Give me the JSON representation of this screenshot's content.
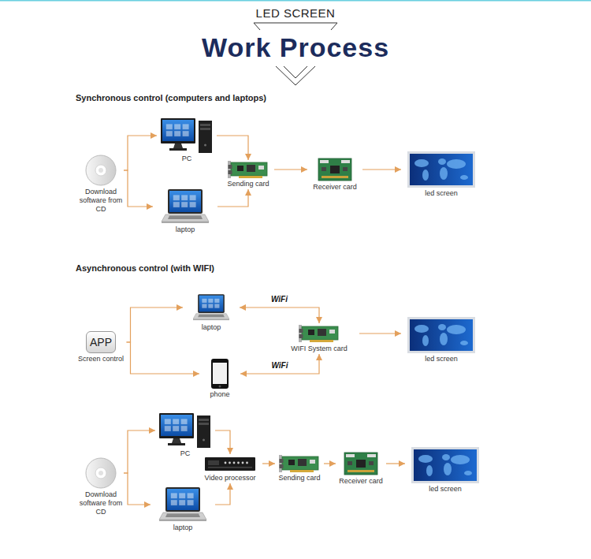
{
  "diagram": {
    "title": "Work Process",
    "nodes": [
      {
        "text": [
          "Download software from CD"
        ]
      },
      {
        "text": [
          "PC"
        ]
      },
      {
        "text": [
          "laptop"
        ]
      },
      {
        "text": [
          "Sending card"
        ]
      },
      {
        "text": [
          "Receiver card"
        ]
      },
      {
        "text": [
          "led screen"
        ]
      },
      {
        "text": [
          "APP",
          "Screen control"
        ]
      },
      {
        "text": [
          "laptop"
        ]
      },
      {
        "text": [
          "phone"
        ]
      },
      {
        "text": [
          "WIFI System card"
        ]
      },
      {
        "text": [
          "led screen"
        ]
      },
      {
        "text": [
          "Download software from CD"
        ]
      },
      {
        "text": [
          "PC"
        ]
      },
      {
        "text": [
          "laptop"
        ]
      },
      {
        "text": [
          "Video processor"
        ]
      },
      {
        "text": [
          "Sending card"
        ]
      },
      {
        "text": [
          "Receiver card"
        ]
      },
      {
        "text": [
          "led screen"
        ]
      }
    ],
    "edges": [
      {
        "from": 0,
        "to": 1,
        "arrow": "to"
      },
      {
        "from": 0,
        "to": 2,
        "arrow": "to"
      },
      {
        "from": 1,
        "to": 3,
        "arrow": "to"
      },
      {
        "from": 2,
        "to": 3,
        "arrow": "to"
      },
      {
        "from": 3,
        "to": 4,
        "arrow": "to"
      },
      {
        "from": 4,
        "to": 5,
        "arrow": "to"
      },
      {
        "from": 6,
        "to": 7,
        "arrow": "to"
      },
      {
        "from": 6,
        "to": 8,
        "arrow": "to"
      },
      {
        "from": 7,
        "to": 9,
        "label": "WiFi",
        "arrow": "both"
      },
      {
        "from": 8,
        "to": 9,
        "label": "WiFi",
        "arrow": "both"
      },
      {
        "from": 9,
        "to": 10,
        "arrow": "to"
      },
      {
        "from": 11,
        "to": 12,
        "arrow": "to"
      },
      {
        "from": 11,
        "to": 13,
        "arrow": "to"
      },
      {
        "from": 12,
        "to": 14,
        "arrow": "to"
      },
      {
        "from": 13,
        "to": 14,
        "arrow": "to"
      },
      {
        "from": 14,
        "to": 15,
        "arrow": "to"
      },
      {
        "from": 15,
        "to": 16,
        "arrow": "to"
      },
      {
        "from": 16,
        "to": 17,
        "arrow": "to"
      }
    ],
    "labels": [
      "LED SCREEN",
      "Synchronous control (computers and laptops)",
      "Asynchronous control (with WIFI)"
    ]
  }
}
